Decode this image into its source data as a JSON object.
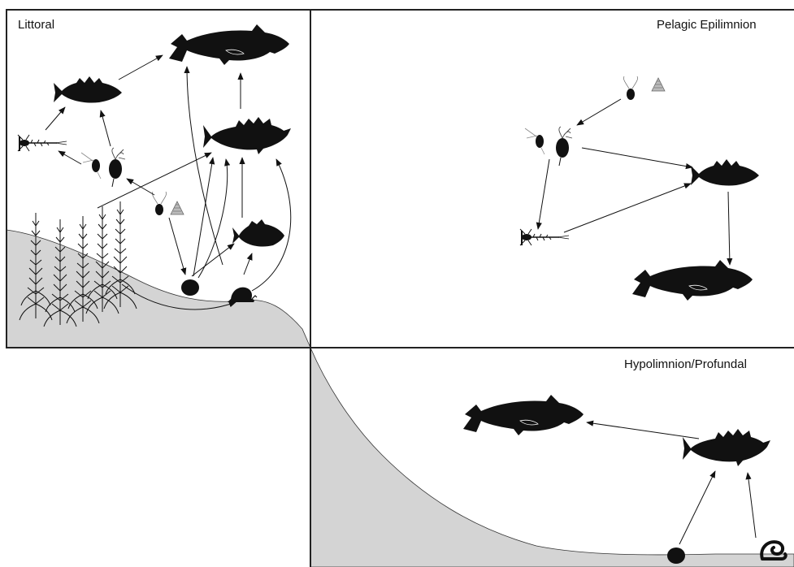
{
  "panels": {
    "littoral": "Littoral",
    "pelagic": "Pelagic Epilimnion",
    "hypolimnion": "Hypolimnion/Profundal"
  },
  "colors": {
    "sediment": "#d4d4d4",
    "silhouette": "#111111",
    "frame": "#222222",
    "zooplankton_shell": "#9a9a9a"
  },
  "organisms": [
    "lake-trout-icon",
    "perch-icon",
    "bass-icon",
    "sunfish-icon",
    "snail-icon",
    "clam-icon",
    "mayfly-larva-icon",
    "copepod-icon",
    "daphnia-icon",
    "rotifer-icon",
    "algae-icon",
    "worm-icon",
    "macrophyte-icon"
  ]
}
